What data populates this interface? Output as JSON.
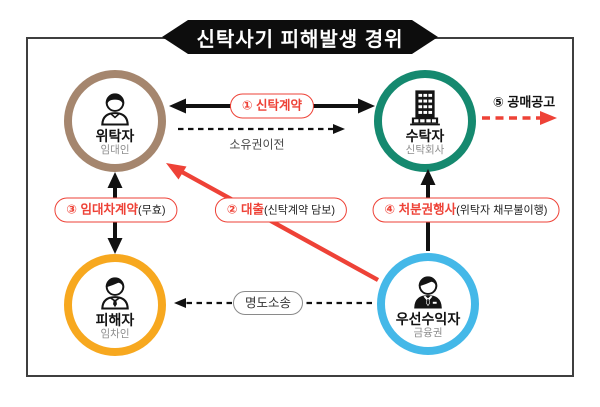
{
  "title": "신탁사기 피해발생 경위",
  "nodes": {
    "truster": {
      "name": "위탁자",
      "sub": "임대인",
      "color": "#a5866e"
    },
    "trustee": {
      "name": "수탁자",
      "sub": "신탁회사",
      "color": "#15896f"
    },
    "victim": {
      "name": "피해자",
      "sub": "임차인",
      "color": "#f7a81f"
    },
    "beneficiary": {
      "name": "우선수익자",
      "sub": "금융권",
      "color": "#44b8e8"
    }
  },
  "labels": {
    "trust_contract": {
      "main": "① 신탁계약",
      "paren": ""
    },
    "ownership_transfer": "소유권이전",
    "auction_notice": "⑤ 공매공고",
    "lease_contract": {
      "main": "③ 임대차계약",
      "paren": "(무효)"
    },
    "loan": {
      "main": "② 대출",
      "paren": "(신탁계약 담보)"
    },
    "disposal_right": {
      "main": "④ 처분권행사",
      "paren": "(위탁자 채무불이행)"
    },
    "eviction_suit": "명도소송"
  },
  "colors": {
    "accent_red": "#ee4237",
    "banner_bg": "#0d0d0d",
    "frame_border": "#3f3f3f",
    "arrow_black": "#111111",
    "sub_text": "#8d8d8d"
  }
}
